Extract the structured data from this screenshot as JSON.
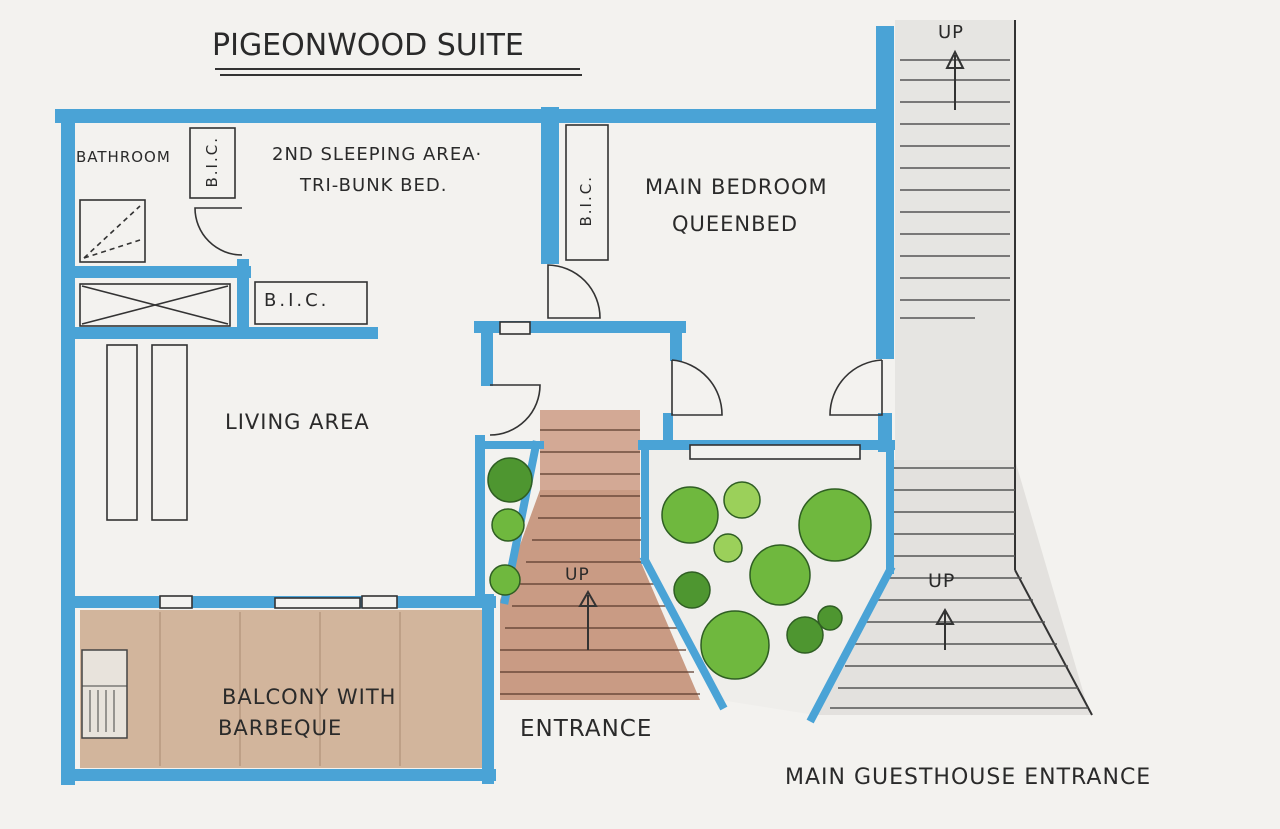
{
  "title": "Pigeonwood Suite",
  "rooms": {
    "bathroom": "Bathroom",
    "bic_bath": "B.I.C.",
    "second_sleep_line1": "2nd Sleeping Area·",
    "second_sleep_line2": "Tri-Bunk Bed.",
    "bic_center": "B.I.C.",
    "main_bed_line1": "Main Bedroom",
    "main_bed_line2": "QueenBed",
    "bic_left": "B.I.C.",
    "living": "Living Area",
    "balcony_line1": "Balcony with",
    "balcony_line2": "Barbeque",
    "entrance": "Entrance",
    "main_entrance": "Main Guesthouse Entrance"
  },
  "stairs": {
    "up_top": "UP",
    "up_center": "UP",
    "up_right": "UP"
  },
  "colors": {
    "wall": "#4aa3d6",
    "stairs_wood": "#c9967a",
    "balcony_wood": "#c9a98c",
    "plants": "#5aa83a",
    "paper": "#f3f2ef",
    "ink": "#2a2a2a"
  }
}
